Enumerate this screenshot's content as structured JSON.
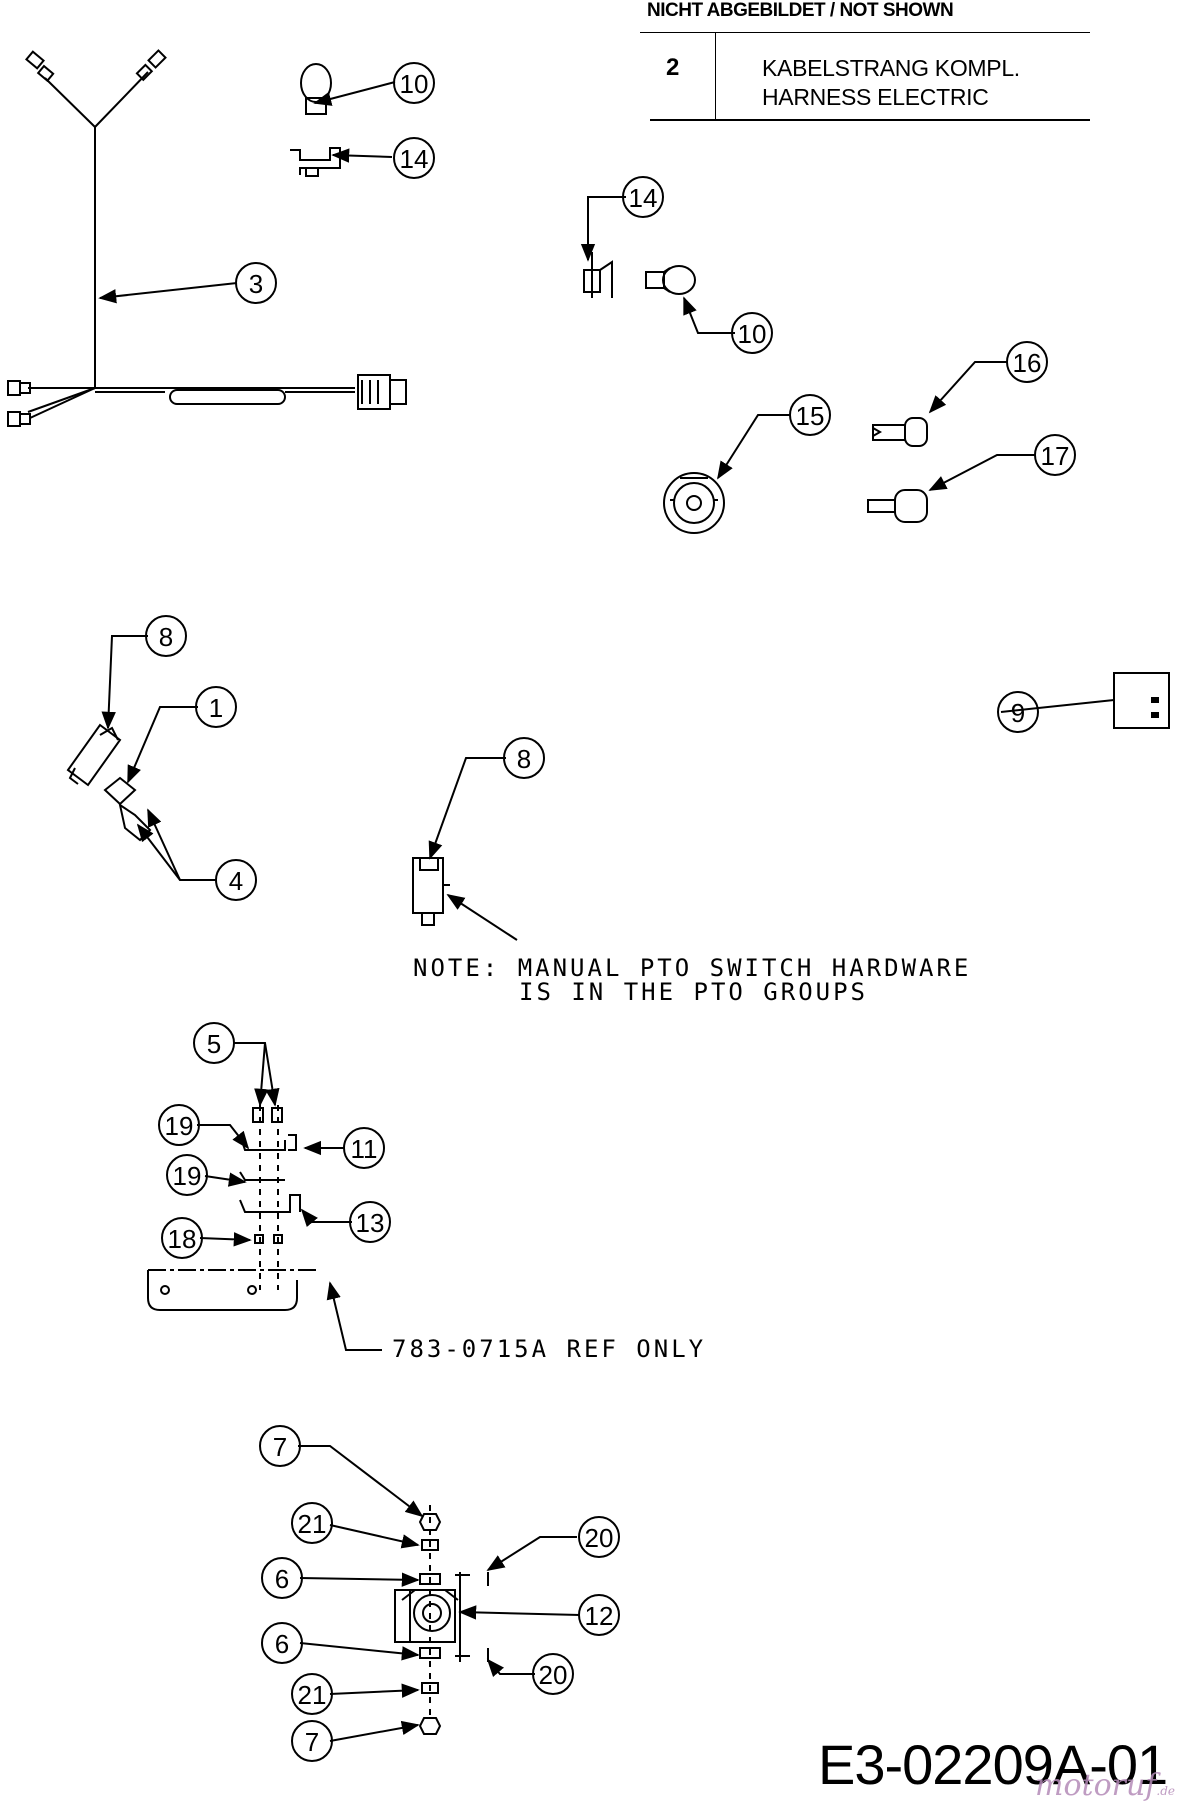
{
  "not_shown": {
    "header": "NICHT ABGEBILDET / NOT SHOWN",
    "rows": [
      {
        "qty": "2",
        "desc_de": "KABELSTRANG KOMPL.",
        "desc_en": "HARNESS ELECTRIC"
      }
    ]
  },
  "callouts": {
    "c1": "1",
    "c3": "3",
    "c4": "4",
    "c5": "5",
    "c6a": "6",
    "c6b": "6",
    "c7a": "7",
    "c7b": "7",
    "c8a": "8",
    "c8b": "8",
    "c9": "9",
    "c10a": "10",
    "c10b": "10",
    "c11": "11",
    "c12": "12",
    "c13": "13",
    "c14a": "14",
    "c14b": "14",
    "c15": "15",
    "c16": "16",
    "c17": "17",
    "c18": "18",
    "c19a": "19",
    "c19b": "19",
    "c20a": "20",
    "c20b": "20",
    "c21a": "21",
    "c21b": "21"
  },
  "notes": {
    "pto_line1": "NOTE: MANUAL PTO SWITCH HARDWARE",
    "pto_line2": "IS IN THE PTO GROUPS",
    "ref": "783-0715A REF ONLY"
  },
  "footer": {
    "code": "E3-02209A-01",
    "watermark": "motoruf",
    "watermark_suffix": ".de"
  }
}
